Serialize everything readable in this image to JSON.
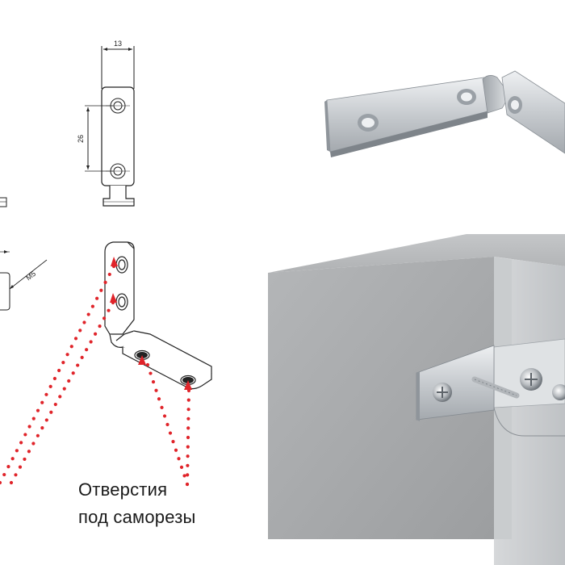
{
  "dimensions": {
    "width_label": "13",
    "height_label": "26",
    "thread_label": "M5"
  },
  "caption": {
    "line1": "Отверстия",
    "line2": "под саморезы"
  },
  "colors": {
    "accent": "#e0242a",
    "line": "#222222",
    "metal": "#cfd3d6",
    "panel": "#a9abad"
  }
}
